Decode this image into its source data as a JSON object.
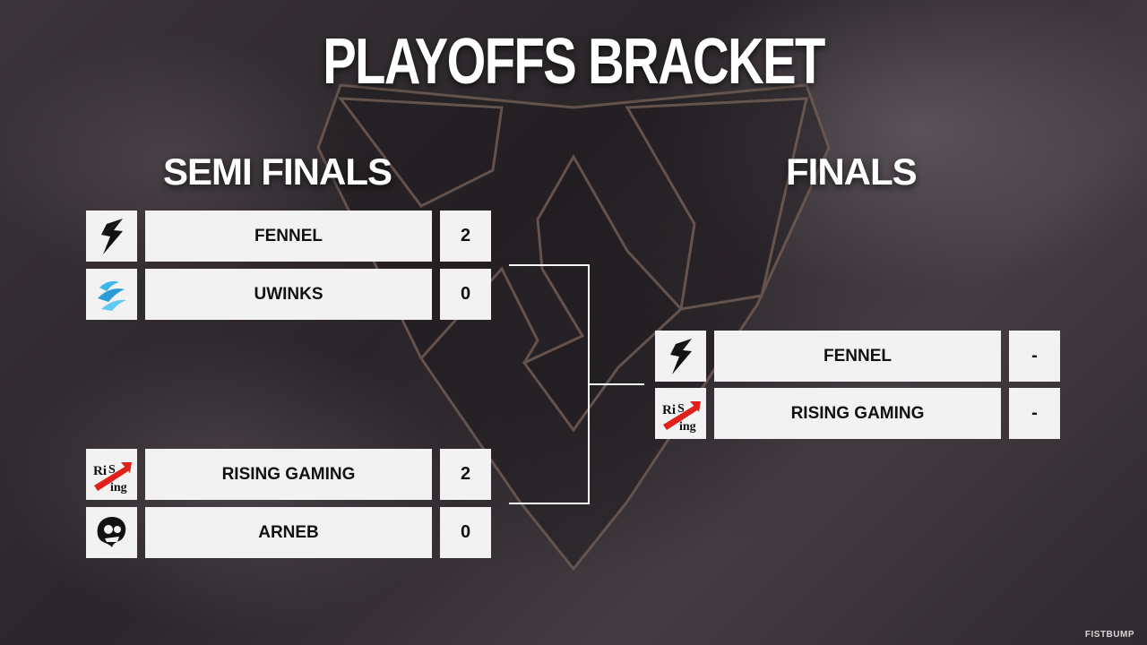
{
  "title": "PLAYOFFS BRACKET",
  "semi_finals": {
    "label": "SEMI FINALS",
    "matches": [
      {
        "teams": [
          {
            "name": "FENNEL",
            "score": "2",
            "logo": "fennel-logo"
          },
          {
            "name": "UWINKS",
            "score": "0",
            "logo": "uwinks-logo"
          }
        ]
      },
      {
        "teams": [
          {
            "name": "RISING GAMING",
            "score": "2",
            "logo": "rising-gaming-logo"
          },
          {
            "name": "ARNEB",
            "score": "0",
            "logo": "arneb-logo"
          }
        ]
      }
    ]
  },
  "finals": {
    "label": "FINALS",
    "teams": [
      {
        "name": "FENNEL",
        "score": "-",
        "logo": "fennel-logo"
      },
      {
        "name": "RISING GAMING",
        "score": "-",
        "logo": "rising-gaming-logo"
      }
    ]
  },
  "watermark": "FISTBUMP",
  "colors": {
    "panel": "#f3f2f3",
    "connector": "#ffffff",
    "rising_red": "#e0201b",
    "uwinks_blue": "#3fb6e8"
  }
}
